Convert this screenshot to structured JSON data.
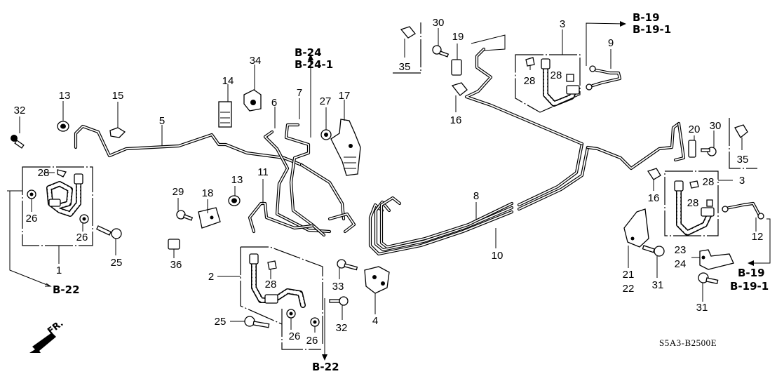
{
  "diagram": {
    "title_code": "S5A3-B2500E",
    "direction_label": "FR.",
    "references": {
      "b22_left": "B-22",
      "b22_bottom": "B-22",
      "b24": "B-24",
      "b24_1": "B-24-1",
      "b19_top": "B-19",
      "b19_1_top": "B-19-1",
      "b19_right": "B-19",
      "b19_1_right": "B-19-1"
    },
    "callouts": {
      "c1": "1",
      "c2": "2",
      "c3a": "3",
      "c3b": "3",
      "c4": "4",
      "c5": "5",
      "c6": "6",
      "c7": "7",
      "c8": "8",
      "c9": "9",
      "c10": "10",
      "c11": "11",
      "c12": "12",
      "c13a": "13",
      "c13b": "13",
      "c14": "14",
      "c15": "15",
      "c16a": "16",
      "c16b": "16",
      "c17": "17",
      "c18": "18",
      "c19": "19",
      "c20": "20",
      "c21": "21",
      "c22": "22",
      "c23": "23",
      "c24": "24",
      "c25a": "25",
      "c25b": "25",
      "c26a": "26",
      "c26b": "26",
      "c26c": "26",
      "c26d": "26",
      "c27": "27",
      "c28a": "28",
      "c28b": "28",
      "c28c": "28",
      "c28d": "28",
      "c28e": "28",
      "c28f": "28",
      "c29": "29",
      "c30a": "30",
      "c30b": "30",
      "c31a": "31",
      "c31b": "31",
      "c32a": "32",
      "c32b": "32",
      "c33": "33",
      "c34": "34",
      "c35a": "35",
      "c35b": "35",
      "c36": "36"
    },
    "icons": {
      "direction": "arrow-front-icon",
      "hose": "brake-hose-icon",
      "pipe": "brake-pipe-icon",
      "bolt": "flange-bolt-icon",
      "clip": "pipe-clip-icon",
      "washer": "sealing-washer-icon",
      "bracket": "bracket-icon",
      "valve": "proportioning-valve-icon"
    }
  }
}
